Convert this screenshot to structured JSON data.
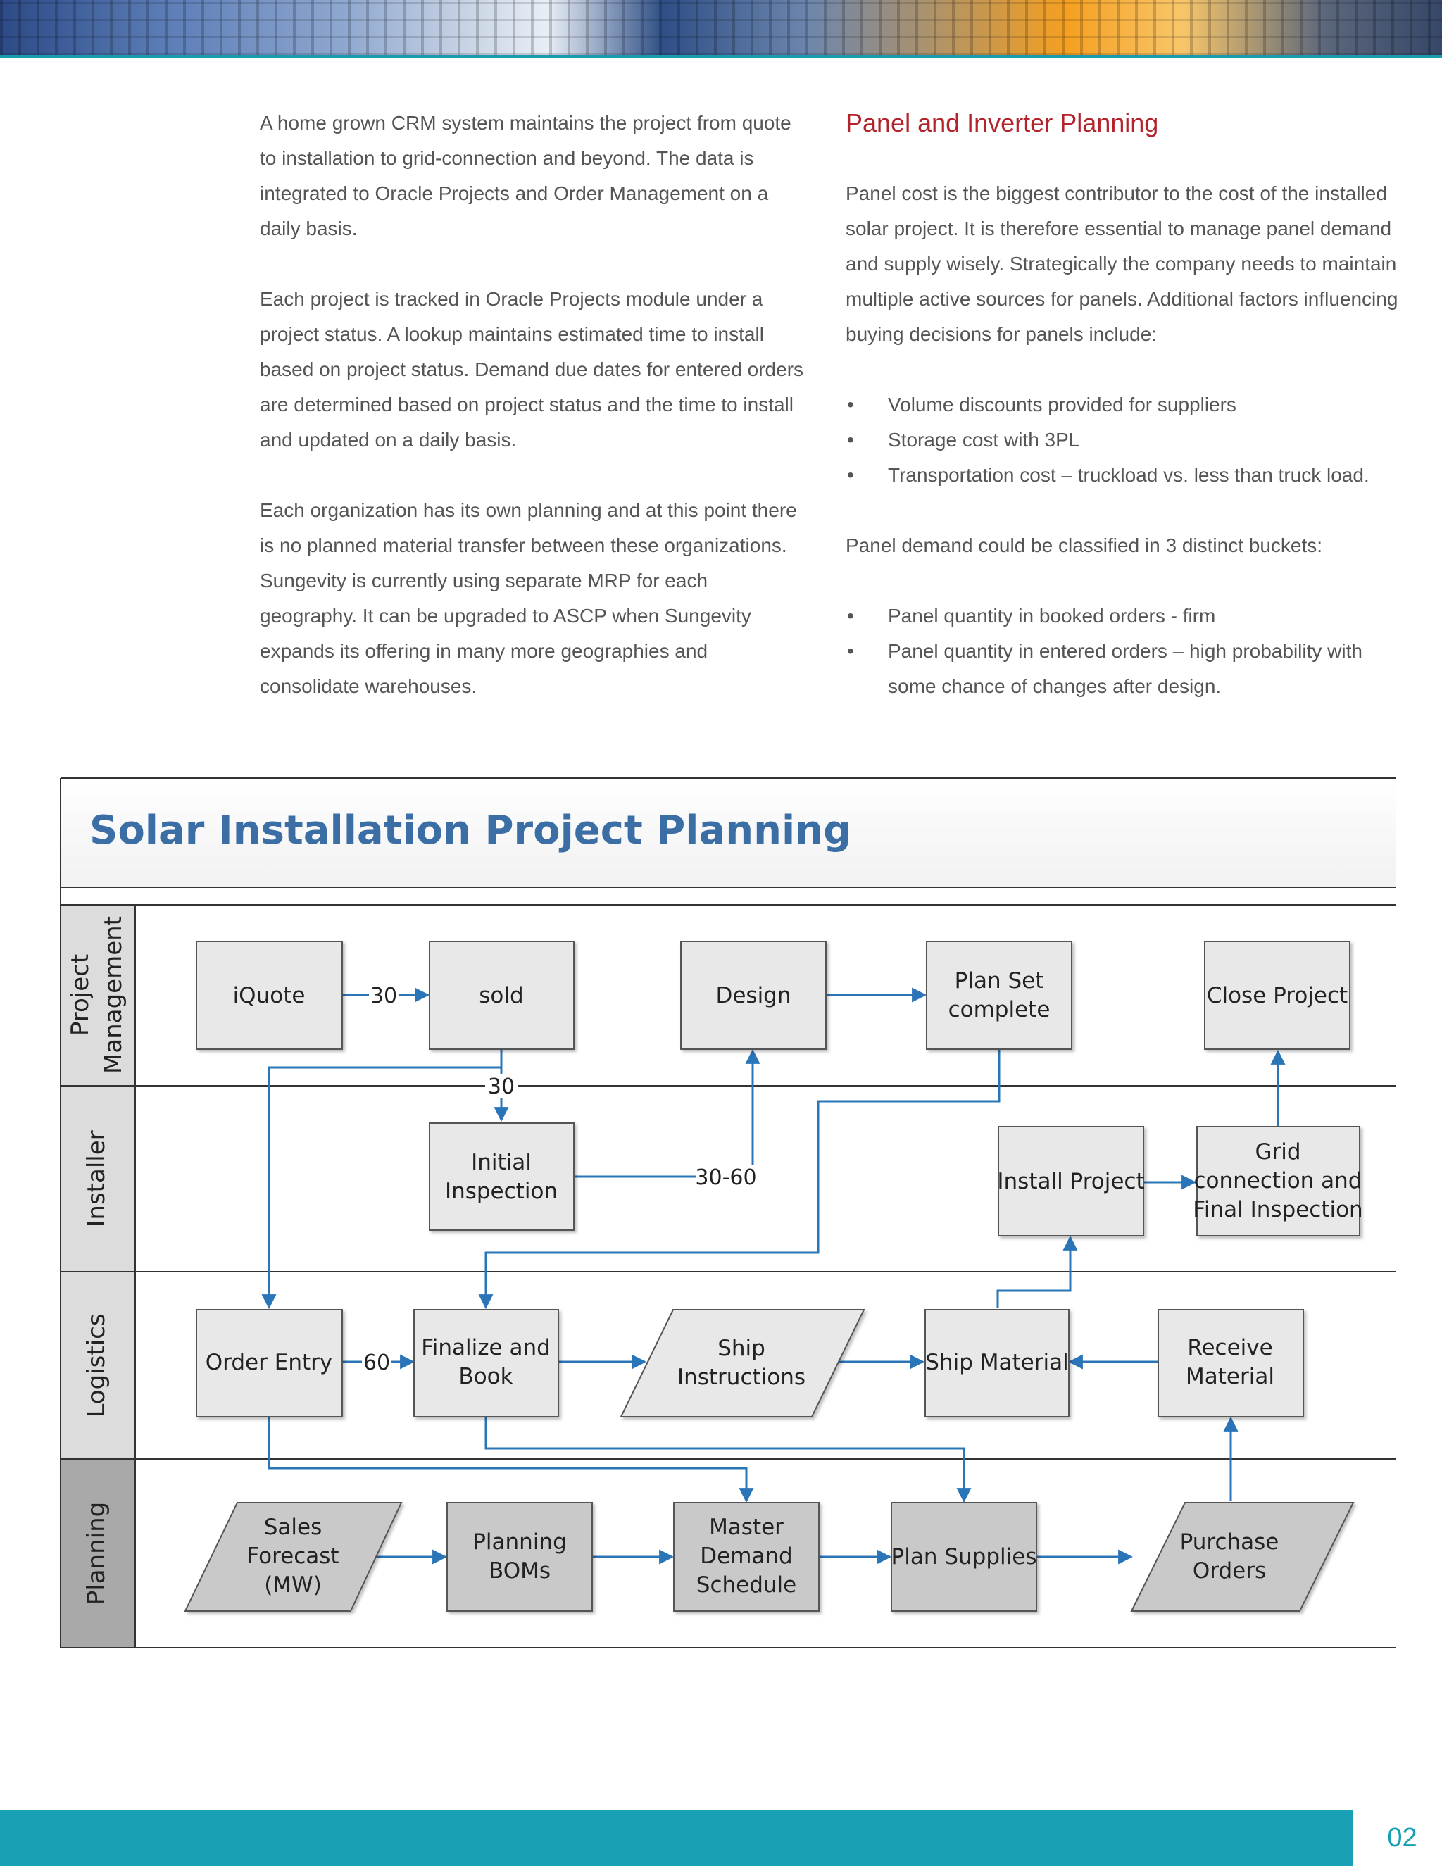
{
  "left_column": {
    "p1": "A home grown CRM system maintains the project from quote to installation to grid-connection and beyond. The data is integrated to Oracle Projects and Order Management on a daily basis.",
    "p2": "Each project is tracked in Oracle Projects module under a project status. A lookup maintains estimated time to install based on project status. Demand due dates for entered orders are determined based on project status and the time to install and updated on a daily basis.",
    "p3": "Each organization has its own planning and at this point there is no planned material transfer between these organizations. Sungevity is currently using separate MRP for each geography. It can be upgraded to ASCP when Sungevity expands its offering in many more geographies and consolidate warehouses."
  },
  "right_column": {
    "title": "Panel and Inverter Planning",
    "p1": "Panel cost is the biggest contributor to the cost of the installed solar project. It is therefore essential to manage panel demand and supply wisely. Strategically the company needs to maintain multiple active sources for panels. Additional factors influencing buying decisions for panels include:",
    "bullets1": [
      "Volume discounts provided for suppliers",
      "Storage cost with 3PL",
      "Transportation cost – truckload vs. less than truck load."
    ],
    "p2": "Panel demand could be classified in 3 distinct buckets:",
    "bullets2": [
      "Panel quantity in booked orders - firm",
      "Panel quantity in entered orders – high probability with some chance of changes after design."
    ]
  },
  "diagram": {
    "title": "Solar Installation Project Planning",
    "lanes": {
      "pm_line1": "Project",
      "pm_line2": "Management",
      "installer": "Installer",
      "logistics": "Logistics",
      "planning": "Planning"
    },
    "nodes": {
      "iquote": "iQuote",
      "sold": "sold",
      "design": "Design",
      "planset_1": "Plan Set",
      "planset_2": "complete",
      "close": "Close Project",
      "initial_1": "Initial",
      "initial_2": "Inspection",
      "install": "Install Project",
      "grid_1": "Grid",
      "grid_2": "connection and",
      "grid_3": "Final Inspection",
      "order_entry": "Order Entry",
      "finalize_1": "Finalize and",
      "finalize_2": "Book",
      "ship_instr_1": "Ship",
      "ship_instr_2": "Instructions",
      "ship_material": "Ship Material",
      "receive_1": "Receive",
      "receive_2": "Material",
      "sales_1": "Sales",
      "sales_2": "Forecast",
      "sales_3": "(MW)",
      "boms_1": "Planning",
      "boms_2": "BOMs",
      "mds_1": "Master",
      "mds_2": "Demand",
      "mds_3": "Schedule",
      "plan_supplies": "Plan Supplies",
      "po_1": "Purchase",
      "po_2": "Orders"
    },
    "edge_labels": {
      "iquote_sold": "30",
      "sold_initial": "30",
      "initial_design": "30-60",
      "order_finalize": "60"
    },
    "colors": {
      "arrow": "#2a74b8",
      "title": "#3a6ea5",
      "node_light": "#e8e8e8",
      "node_dark": "#c9c9c9",
      "lane_header": "#dcdcdc",
      "lane_header_planning": "#a9a9a9"
    }
  },
  "footer": {
    "page_number": "02"
  }
}
